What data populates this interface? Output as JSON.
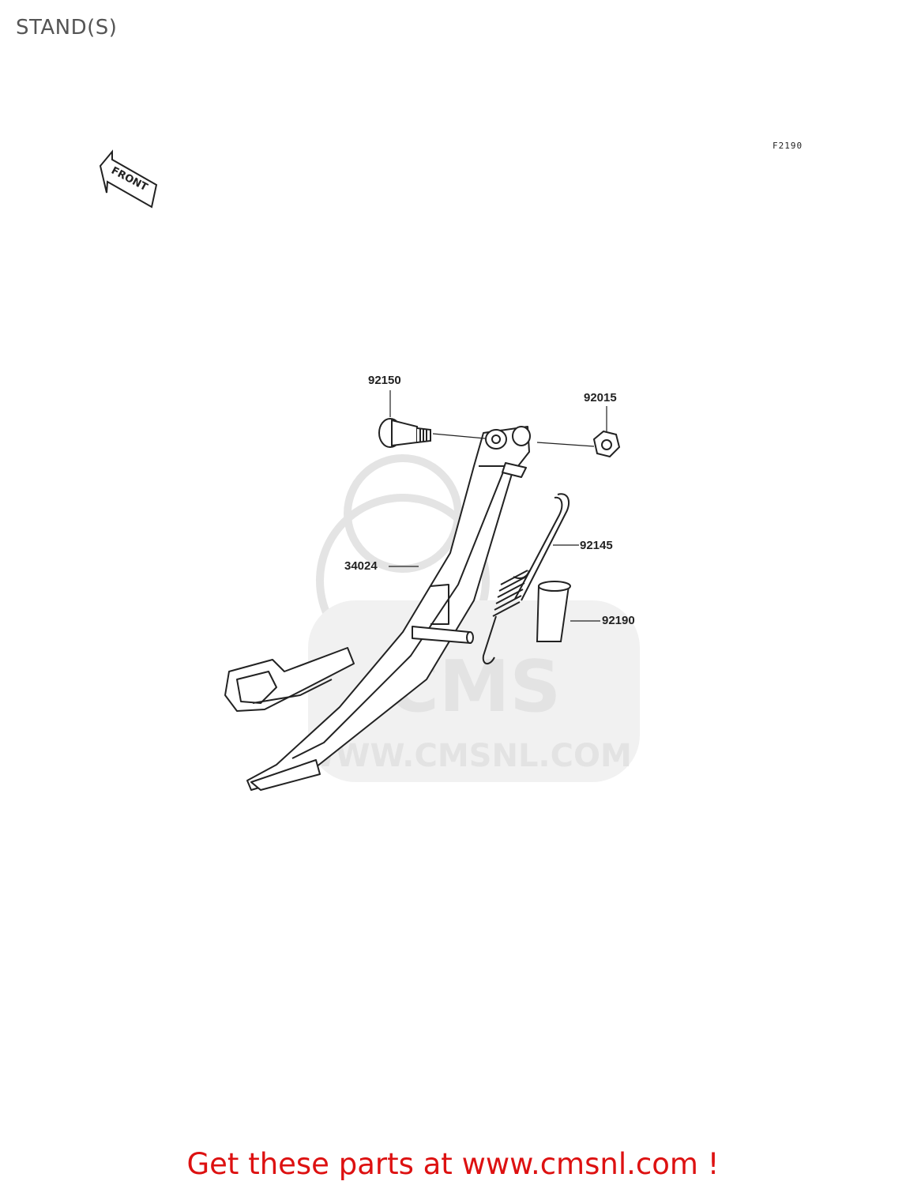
{
  "page": {
    "title": "STAND(S)"
  },
  "diagram": {
    "code": "F2190",
    "front_arrow_label": "FRONT",
    "parts": [
      {
        "number": "92150"
      },
      {
        "number": "92015"
      },
      {
        "number": "92145"
      },
      {
        "number": "34024"
      },
      {
        "number": "92190"
      }
    ],
    "watermark": {
      "brand": "CMS",
      "url": "WWW.CMSNL.COM"
    }
  },
  "footer": {
    "cta": "Get these parts at www.cmsnl.com !",
    "cta_color": "#dd1111"
  }
}
